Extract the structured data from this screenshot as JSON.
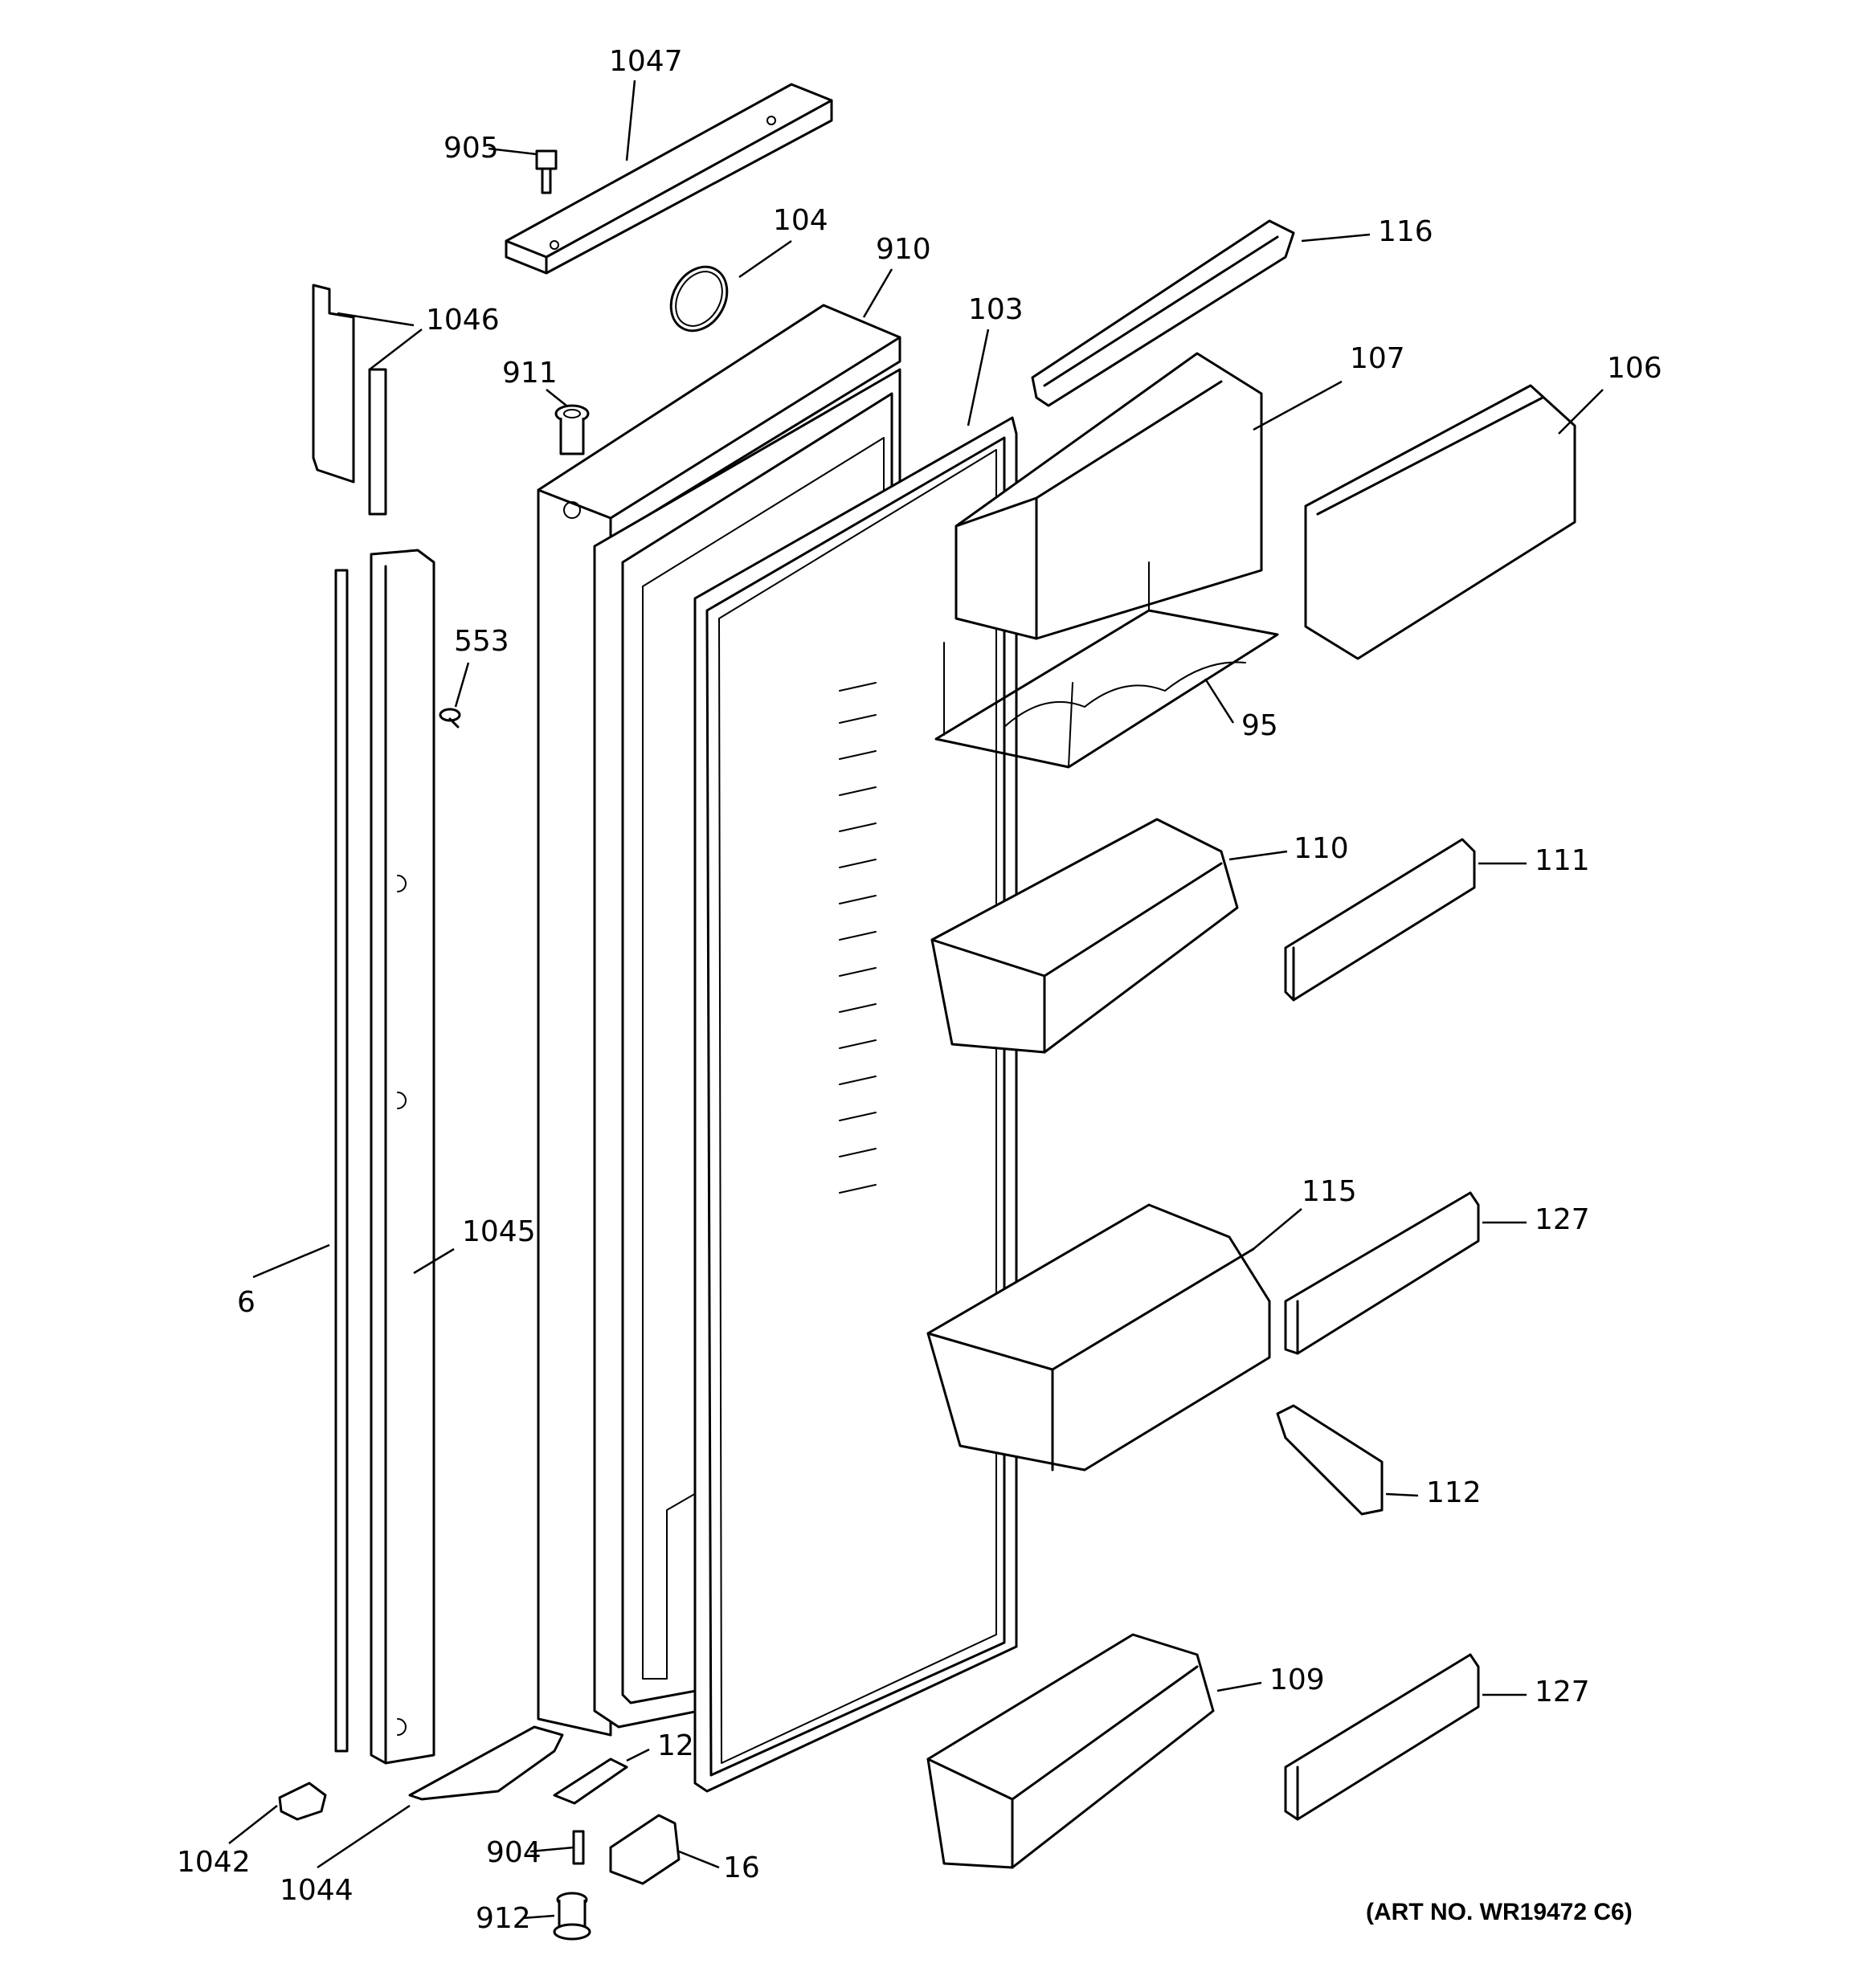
{
  "diagram": {
    "art_number": "(ART NO. WR19472 C6)",
    "callouts": {
      "c1047": "1047",
      "c905": "905",
      "c104": "104",
      "c910": "910",
      "c116": "116",
      "c1046": "1046",
      "c103": "103",
      "c107": "107",
      "c106": "106",
      "c911": "911",
      "c553": "553",
      "c95": "95",
      "c110": "110",
      "c111": "111",
      "c1045": "1045",
      "c6": "6",
      "c115": "115",
      "c127a": "127",
      "c112": "112",
      "c109": "109",
      "c127b": "127",
      "c12": "12",
      "c1042": "1042",
      "c1044": "1044",
      "c904": "904",
      "c16": "16",
      "c912": "912"
    }
  }
}
